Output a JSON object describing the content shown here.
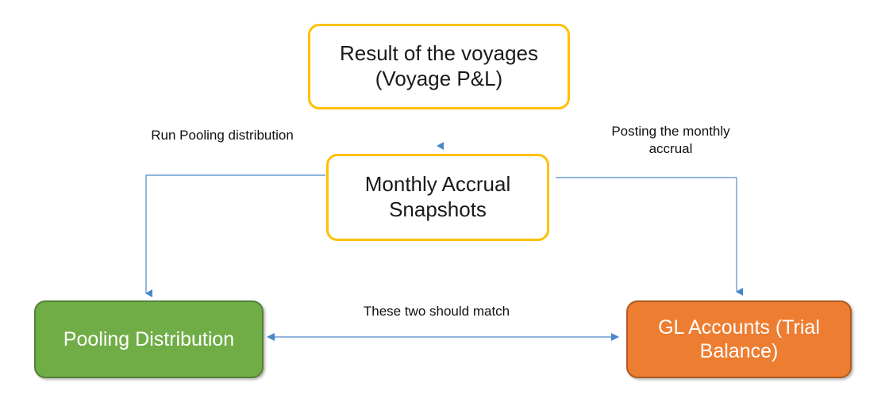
{
  "diagram": {
    "title": "Voyage result to pooling distribution and GL accounts flow",
    "background": "#ffffff",
    "connector_color": "#4A86C8",
    "nodes": [
      {
        "id": "voyage-result",
        "label": "Result of the voyages\n(Voyage P&L)",
        "style": "outline",
        "border_color": "#FFC000",
        "fill_color": "#FFFFFF",
        "text_color": "#1A1A1A"
      },
      {
        "id": "monthly-accrual",
        "label": "Monthly Accrual\nSnapshots",
        "style": "outline",
        "border_color": "#FFC000",
        "fill_color": "#FFFFFF",
        "text_color": "#1A1A1A"
      },
      {
        "id": "pooling-distribution",
        "label": "Pooling Distribution",
        "style": "filled",
        "border_color": "#548235",
        "fill_color": "#70AD47",
        "text_color": "#FFFFFF"
      },
      {
        "id": "gl-accounts",
        "label": "GL Accounts (Trial\nBalance)",
        "style": "filled",
        "border_color": "#AE5A21",
        "fill_color": "#ED7D31",
        "text_color": "#FFFFFF"
      }
    ],
    "edge_labels": [
      {
        "id": "run-pooling",
        "text": "Run Pooling distribution"
      },
      {
        "id": "posting-accrual",
        "text": "Posting the monthly\naccrual"
      },
      {
        "id": "should-match",
        "text": "These two should match"
      }
    ],
    "edges": [
      {
        "id": "voyage-to-accrual",
        "from": "voyage-result",
        "to": "monthly-accrual",
        "arrow": "single"
      },
      {
        "id": "accrual-to-pooling",
        "from": "monthly-accrual",
        "to": "pooling-distribution",
        "arrow": "single",
        "label": "Run Pooling distribution"
      },
      {
        "id": "accrual-to-gl",
        "from": "monthly-accrual",
        "to": "gl-accounts",
        "arrow": "single",
        "label": "Posting the monthly accrual"
      },
      {
        "id": "pooling-gl-match",
        "from": "gl-accounts",
        "to": "pooling-distribution",
        "arrow": "double",
        "label": "These two should match"
      }
    ]
  }
}
